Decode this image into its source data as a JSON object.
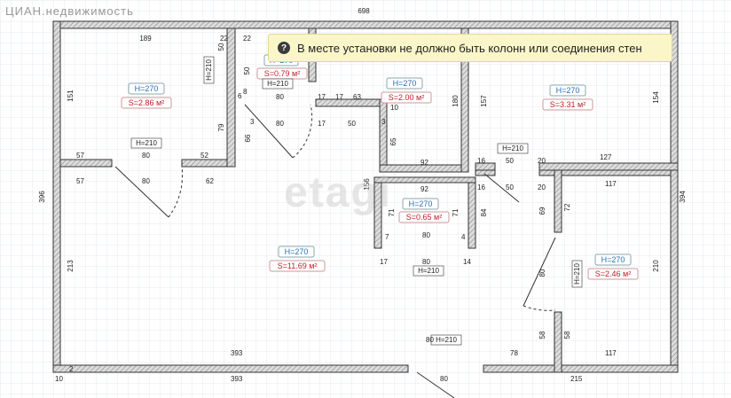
{
  "brand": "ЦИАН.недвижимость",
  "watermark": "etagi",
  "tooltip": {
    "icon": "info-icon",
    "text": "В месте установки не должно быть колонн или соединения стен"
  },
  "rooms": {
    "bedroom_left": {
      "height": "H=270",
      "area": "S=2.86 м²"
    },
    "wc": {
      "height": "H=270",
      "area": "S=0.79 м²"
    },
    "bath": {
      "height": "H=270",
      "area": "S=2.00 м²"
    },
    "room_right": {
      "height": "H=270",
      "area": "S=3.31 м²"
    },
    "storage": {
      "height": "H=270",
      "area": "S=0.65 м²"
    },
    "living": {
      "height": "H=270",
      "area": "S=11.69 м²"
    },
    "room_small": {
      "height": "H=270",
      "area": "S=2.46 м²"
    }
  },
  "doors": {
    "d1": "H=210",
    "d2": "H=210",
    "d3": "H=210",
    "d4": "H=210",
    "d5": "H=210",
    "d6": "H=210",
    "d7": "H=210"
  },
  "dimensions": {
    "top_total": "698",
    "left_total": "396",
    "right_total": "394",
    "d189": "189",
    "d22a": "22",
    "d22b": "22",
    "d151": "151",
    "d79": "79",
    "d57a": "57",
    "d80a": "80",
    "d52": "52",
    "d57b": "57",
    "d80b": "80",
    "d62": "62",
    "d50a": "50",
    "d8a": "8",
    "d50b": "50",
    "d80c": "80",
    "d80d": "80",
    "d17a": "17",
    "d17b": "17",
    "d63": "63",
    "d50c": "50",
    "d17c": "17",
    "d180": "180",
    "d157": "157",
    "d154": "154",
    "d66": "66",
    "d65": "65",
    "d92a": "92",
    "d92b": "92",
    "d156": "156",
    "d71a": "71",
    "d71b": "71",
    "d80e": "80",
    "d80f": "80",
    "d17d": "17",
    "d14": "14",
    "d84": "84",
    "d16a": "16",
    "d16b": "16",
    "d50d": "50",
    "d50e": "50",
    "d20a": "20",
    "d20b": "20",
    "d127": "127",
    "d117a": "117",
    "d117b": "117",
    "d72": "72",
    "d69": "69",
    "d210": "210",
    "d80g": "80",
    "d80h": "80",
    "d58a": "58",
    "d58b": "58",
    "d213": "213",
    "d393a": "393",
    "d393b": "393",
    "d78": "78",
    "d80i": "80",
    "d215": "215",
    "d10": "10",
    "d2": "2",
    "d3a": "3",
    "d3b": "3",
    "d10b": "10",
    "d7": "7",
    "d4": "4",
    "d6": "6"
  },
  "colors": {
    "wall_hatch": "#9a9a9a",
    "grid": "#e3e8ef",
    "height_label": "#2a6fb5",
    "area_label": "#c0202a",
    "tooltip_bg": "#fbf6c9"
  }
}
